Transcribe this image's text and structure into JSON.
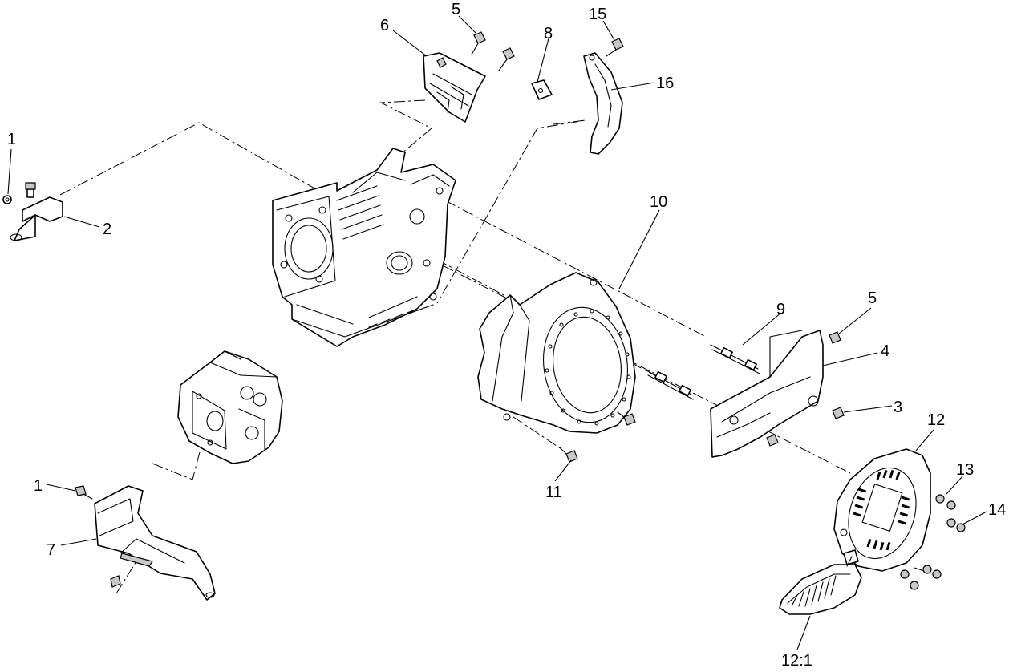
{
  "callouts": {
    "c1_top": "1",
    "c2": "2",
    "c5_top": "5",
    "c6": "6",
    "c8": "8",
    "c15": "15",
    "c16": "16",
    "c10": "10",
    "c9": "9",
    "c5_right": "5",
    "c4": "4",
    "c3": "3",
    "c12": "12",
    "c13": "13",
    "c14": "14",
    "c11": "11",
    "c1_bottom": "1",
    "c7": "7",
    "c12_1": "12:1"
  }
}
